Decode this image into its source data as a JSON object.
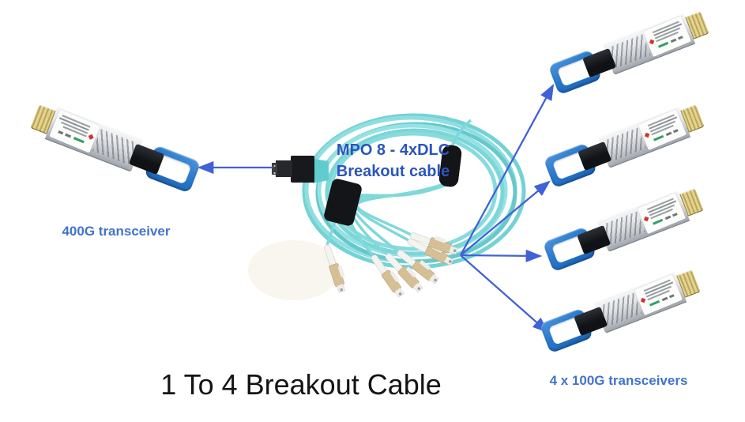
{
  "title": {
    "text": "1 To 4 Breakout Cable"
  },
  "left_section": {
    "label": "400G transceiver",
    "transceiver_count": 1
  },
  "cable_section": {
    "label_line1": "MPO 8 - 4xDLC",
    "label_line2": "Breakout cable"
  },
  "right_section": {
    "label": "4 x 100G transceivers",
    "transceiver_count": 4
  },
  "colors": {
    "arrow": "#4161d6",
    "labelblue": "#4373ca",
    "cablelabel": "#2b55bd",
    "aqua": "#7fd8da",
    "tabblue": "#2677cb",
    "gold": "#e3d38d",
    "titlecolor": "#141414"
  }
}
